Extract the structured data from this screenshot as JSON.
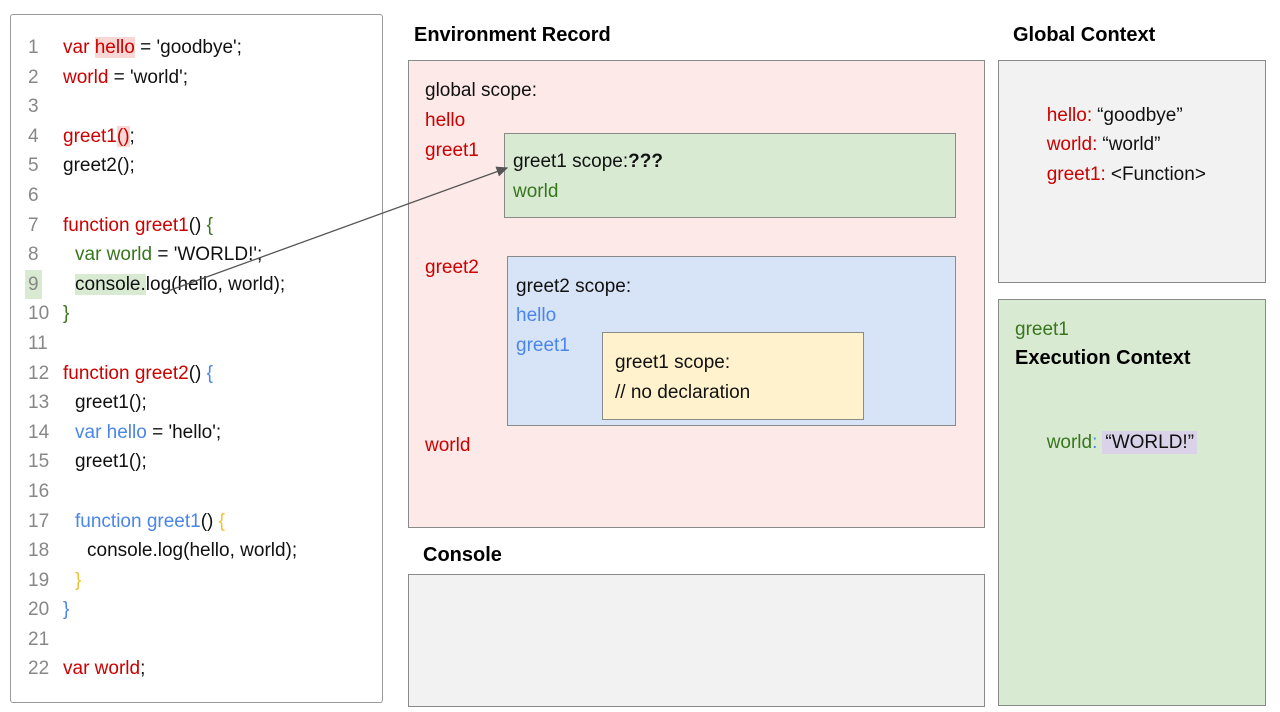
{
  "headings": {
    "environment_record": "Environment Record",
    "console": "Console",
    "global_context": "Global Context"
  },
  "code": {
    "lines": [
      {
        "n": "1",
        "ind": 0,
        "seg": [
          {
            "t": "var ",
            "c": "red"
          },
          {
            "t": "hello",
            "c": "red",
            "h": "pink"
          },
          {
            "t": " = 'goodbye';",
            "c": "ink"
          }
        ]
      },
      {
        "n": "2",
        "ind": 0,
        "seg": [
          {
            "t": "world",
            "c": "red"
          },
          {
            "t": " = 'world';",
            "c": "ink"
          }
        ]
      },
      {
        "n": "3",
        "ind": 0,
        "seg": []
      },
      {
        "n": "4",
        "ind": 0,
        "seg": [
          {
            "t": "greet1",
            "c": "red"
          },
          {
            "t": "()",
            "c": "red",
            "h": "pink"
          },
          {
            "t": ";",
            "c": "ink"
          }
        ]
      },
      {
        "n": "5",
        "ind": 0,
        "seg": [
          {
            "t": "greet2();",
            "c": "ink"
          }
        ]
      },
      {
        "n": "6",
        "ind": 0,
        "seg": []
      },
      {
        "n": "7",
        "ind": 0,
        "seg": [
          {
            "t": "function greet1",
            "c": "red"
          },
          {
            "t": "() ",
            "c": "ink"
          },
          {
            "t": "{",
            "c": "green"
          }
        ]
      },
      {
        "n": "8",
        "ind": 1,
        "seg": [
          {
            "t": "var world",
            "c": "green"
          },
          {
            "t": " = 'WORLD!';",
            "c": "ink"
          }
        ]
      },
      {
        "n": "9",
        "ind": 1,
        "nh": true,
        "seg": [
          {
            "t": "console.",
            "c": "ink",
            "h": "green"
          },
          {
            "t": "log(hello, world);",
            "c": "ink"
          }
        ]
      },
      {
        "n": "10",
        "ind": 0,
        "seg": [
          {
            "t": "}",
            "c": "green"
          }
        ]
      },
      {
        "n": "11",
        "ind": 0,
        "seg": []
      },
      {
        "n": "12",
        "ind": 0,
        "seg": [
          {
            "t": "function greet2",
            "c": "red"
          },
          {
            "t": "() ",
            "c": "ink"
          },
          {
            "t": "{",
            "c": "blue"
          }
        ]
      },
      {
        "n": "13",
        "ind": 1,
        "seg": [
          {
            "t": "greet1();",
            "c": "ink"
          }
        ]
      },
      {
        "n": "14",
        "ind": 1,
        "seg": [
          {
            "t": "var hello",
            "c": "blue"
          },
          {
            "t": " = 'hello';",
            "c": "ink"
          }
        ]
      },
      {
        "n": "15",
        "ind": 1,
        "seg": [
          {
            "t": "greet1();",
            "c": "ink"
          }
        ]
      },
      {
        "n": "16",
        "ind": 0,
        "seg": []
      },
      {
        "n": "17",
        "ind": 1,
        "seg": [
          {
            "t": "function greet1",
            "c": "blue"
          },
          {
            "t": "() ",
            "c": "ink"
          },
          {
            "t": "{",
            "c": "yellow"
          }
        ]
      },
      {
        "n": "18",
        "ind": 2,
        "seg": [
          {
            "t": "console.log(hello, world);",
            "c": "ink"
          }
        ]
      },
      {
        "n": "19",
        "ind": 1,
        "seg": [
          {
            "t": "}",
            "c": "yellow"
          }
        ]
      },
      {
        "n": "20",
        "ind": 0,
        "seg": [
          {
            "t": "}",
            "c": "blue"
          }
        ]
      },
      {
        "n": "21",
        "ind": 0,
        "seg": []
      },
      {
        "n": "22",
        "ind": 0,
        "seg": [
          {
            "t": "var world",
            "c": "red"
          },
          {
            "t": ";",
            "c": "ink"
          }
        ]
      }
    ]
  },
  "environment_record": {
    "global_scope_label": "global scope:",
    "globals": {
      "hello": "hello",
      "greet1": "greet1",
      "greet2": "greet2",
      "world": "world"
    },
    "greet1_scope": {
      "title": "greet1 scope:",
      "unknown": "???",
      "world": "world"
    },
    "greet2_scope": {
      "title": "greet2 scope:",
      "hello": "hello",
      "greet1": "greet1",
      "greet1_inner": {
        "title": "greet1 scope:",
        "comment": "// no declaration"
      }
    }
  },
  "global_context": {
    "entries": [
      {
        "name": "hello:",
        "value": "“goodbye”"
      },
      {
        "name": "world:",
        "value": "“world”"
      },
      {
        "name": "greet1:",
        "value": "<Function>"
      }
    ]
  },
  "execution_context": {
    "function_name": "greet1",
    "label": "Execution Context",
    "var_name": "world",
    "colon": ":",
    "value": "“WORLD!”"
  },
  "colors": {
    "code_red": "#cc0000",
    "code_green": "#38761d",
    "code_blue": "#4a86e8",
    "code_yellow": "#f1c232",
    "pink_box": "#fce9e8",
    "green_box": "#d9ead3",
    "blue_box": "#d7e3f6",
    "yellow_box": "#fff2cc",
    "gray_box": "#f2f2f2",
    "value_highlight": "#d9d2e9"
  }
}
